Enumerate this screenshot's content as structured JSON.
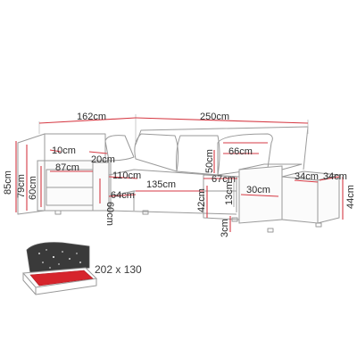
{
  "dimensions": {
    "total_width_left": "162cm",
    "total_width_right": "250cm",
    "arm_width_top": "10cm",
    "armrest_width": "20cm",
    "storage_width": "87cm",
    "total_height": "85cm",
    "back_height": "79cm",
    "cabinet_height": "60cm",
    "seat_height": "60cm",
    "chaise_depth": "110cm",
    "seat_depth_left": "64cm",
    "seat_length": "135cm",
    "cushion_height": "50cm",
    "cushion_width": "66cm",
    "corner_depth": "67cm",
    "seat_front_height": "42cm",
    "seat_thickness": "13cm",
    "leg_height": "3cm",
    "ottoman_depth": "30cm",
    "ottoman_width_a": "34cm",
    "ottoman_width_b": "34cm",
    "ottoman_height": "44cm"
  },
  "bed": {
    "size_label": "202 x 130",
    "accent_color": "#d6242c"
  },
  "colors": {
    "dimension_line": "#d63a44",
    "outline": "#9a9a9a"
  }
}
